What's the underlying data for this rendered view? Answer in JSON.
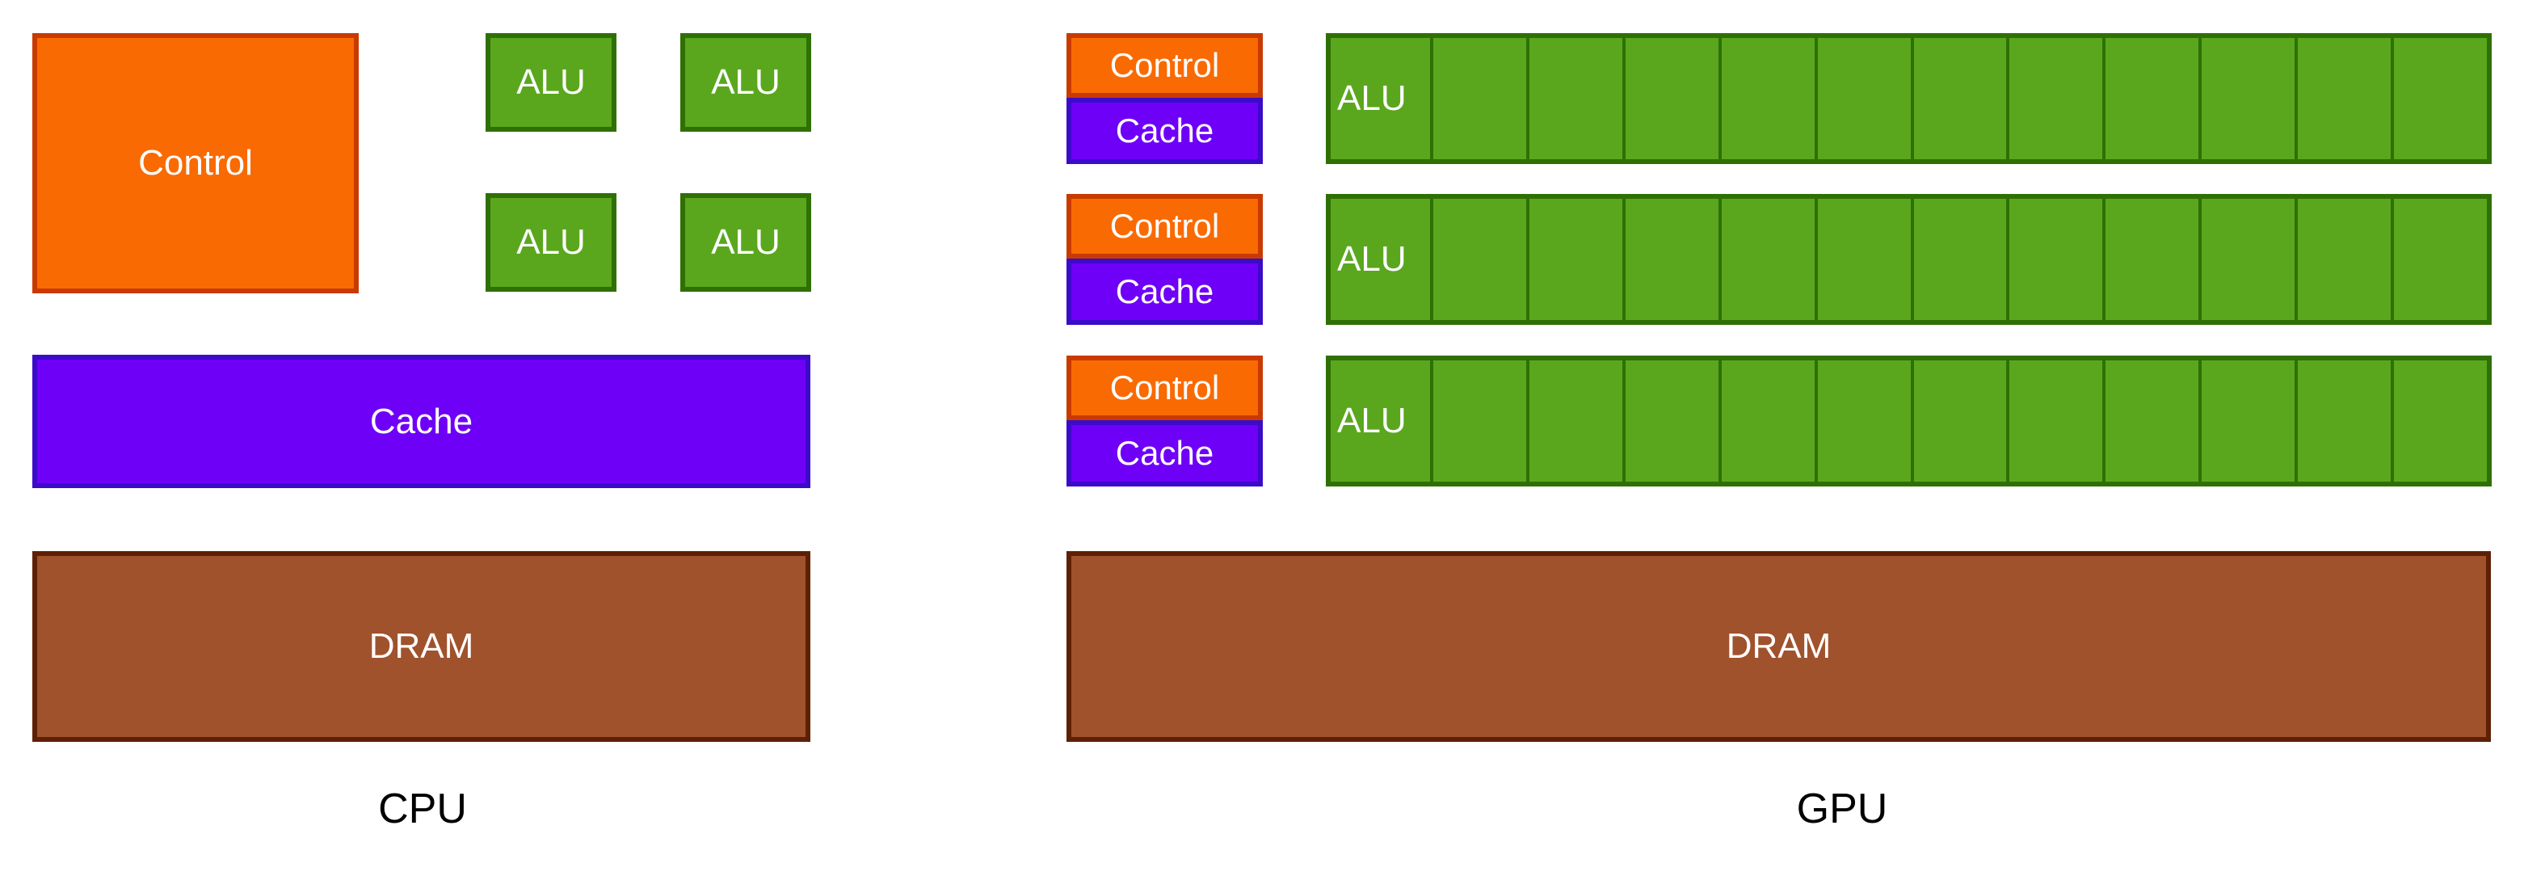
{
  "cpu": {
    "caption": "CPU",
    "control_label": "Control",
    "alus": [
      "ALU",
      "ALU",
      "ALU",
      "ALU"
    ],
    "cache_label": "Cache",
    "dram_label": "DRAM"
  },
  "gpu": {
    "caption": "GPU",
    "alu_cells_per_row": 12,
    "rows": [
      {
        "control_label": "Control",
        "cache_label": "Cache",
        "alu_label": "ALU"
      },
      {
        "control_label": "Control",
        "cache_label": "Cache",
        "alu_label": "ALU"
      },
      {
        "control_label": "Control",
        "cache_label": "Cache",
        "alu_label": "ALU"
      }
    ],
    "dram_label": "DRAM"
  },
  "colors": {
    "background": "#FFFFFF",
    "box-text": "#FFFFFF",
    "label": "#000000",
    "orange": "#F96A02",
    "orange-border": "#C93A01",
    "green": "#5AA71E",
    "green-border": "#2F7004",
    "purple": "#6F00F8",
    "purple-border": "#3B0BC9",
    "brown": "#A0522D",
    "brown-border": "#5E2004"
  }
}
